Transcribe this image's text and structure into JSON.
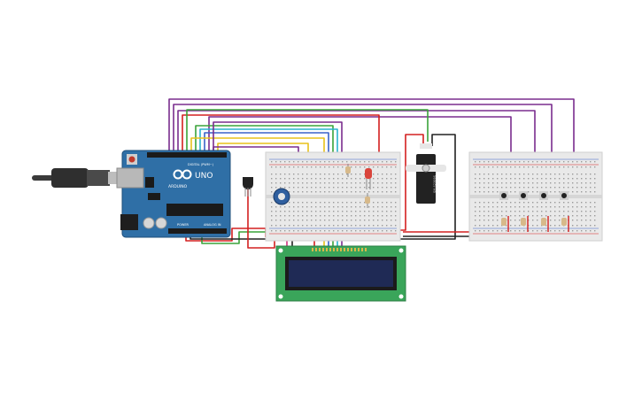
{
  "arduino": {
    "brand_label": "ARDUINO",
    "model_label": "UNO",
    "digital_label": "DIGITAL (PWM~)",
    "power_label": "POWER",
    "analog_label": "ANALOG IN",
    "board_color": "#2f6fa6"
  },
  "servo": {
    "label": "SM-S2309S"
  },
  "buttons": {
    "count": 4
  },
  "colors": {
    "breadboard": "#e9e9e9",
    "wire_purple": "#7a2d8e",
    "wire_red": "#d42020",
    "wire_green": "#3aa33a",
    "wire_yellow": "#e8c21a",
    "wire_cyan": "#2ab3cf",
    "wire_blue": "#3a62c9",
    "wire_black": "#222222",
    "lcd_pcb": "#3aa55a",
    "lcd_screen": "#1f2a55",
    "led": "#d9443b"
  }
}
